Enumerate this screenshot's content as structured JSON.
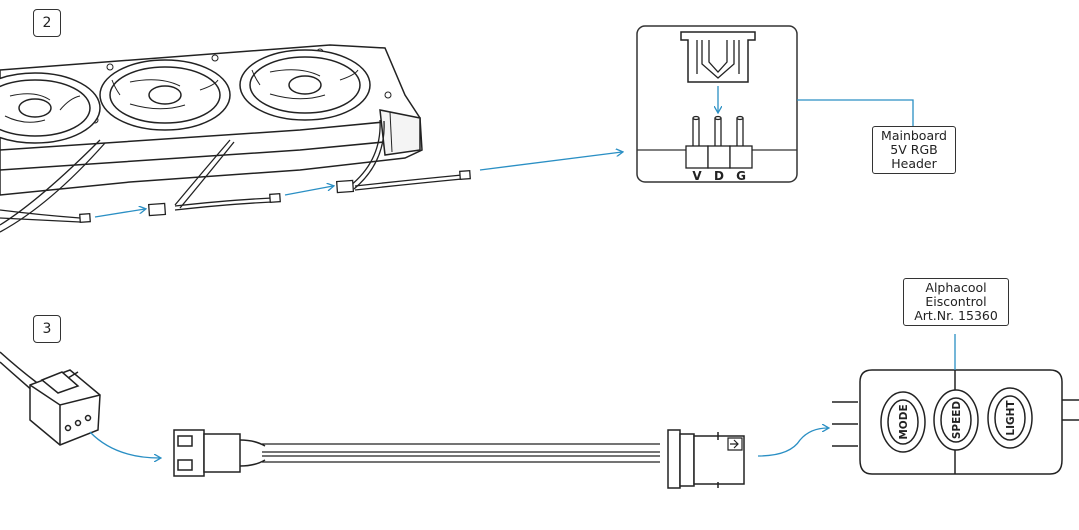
{
  "steps": {
    "step2": "2",
    "step3": "3"
  },
  "header_label": {
    "line1": "Mainboard",
    "line2": "5V RGB",
    "line3": "Header"
  },
  "pins": [
    "V",
    "D",
    "G"
  ],
  "controller_label": {
    "line1": "Alphacool",
    "line2": "Eiscontrol",
    "line3": "Art.Nr. 15360"
  },
  "controller_buttons": [
    "MODE",
    "SPEED",
    "LIGHT"
  ],
  "colors": {
    "line": "#222222",
    "arrow": "#2a8fc4"
  }
}
